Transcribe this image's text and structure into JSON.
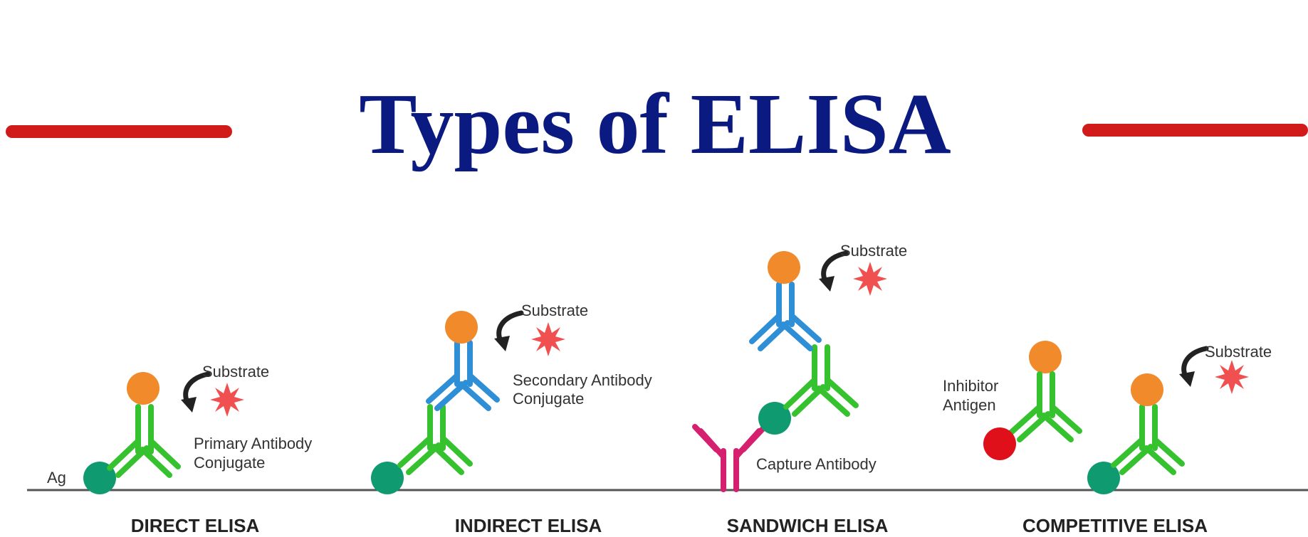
{
  "title": "Types of ELISA",
  "colors": {
    "title": "#0a1a80",
    "accent_bar": "#d11a1a",
    "primary_antibody": "#35c22e",
    "secondary_antibody": "#2f8fd6",
    "capture_antibody": "#d4206e",
    "enzyme": "#f08a2a",
    "antigen": "#0f9a70",
    "inhibitor_antigen": "#e0101a",
    "substrate": "#f05050",
    "baseline": "#555555"
  },
  "labels": {
    "ag": "Ag",
    "substrate": "Substrate",
    "primary_antibody_line1": "Primary Antibody",
    "primary_antibody_line2": "Conjugate",
    "secondary_antibody_line1": "Secondary Antibody",
    "secondary_antibody_line2": "Conjugate",
    "capture_antibody": "Capture Antibody",
    "inhibitor_line1": "Inhibitor",
    "inhibitor_line2": "Antigen"
  },
  "captions": {
    "direct": "DIRECT ELISA",
    "indirect": "INDIRECT ELISA",
    "sandwich": "SANDWICH ELISA",
    "competitive": "COMPETITIVE ELISA"
  }
}
